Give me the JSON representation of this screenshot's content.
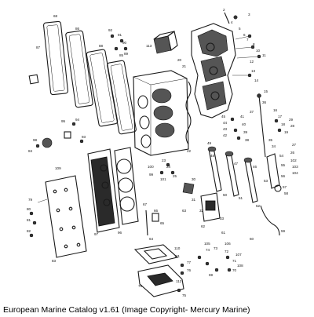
{
  "caption": "European Marine Catalog v1.61 (Image Copyright- Mercury Marine)",
  "callouts": [
    "68",
    "87",
    "86",
    "88",
    "85",
    "92",
    "91",
    "90",
    "89",
    "113",
    "2",
    "3",
    "4",
    "5",
    "6",
    "7",
    "8",
    "10",
    "11",
    "12",
    "13",
    "14",
    "15",
    "16",
    "17",
    "18",
    "19",
    "20",
    "21",
    "22",
    "23",
    "24",
    "25",
    "101",
    "100",
    "99",
    "96",
    "98",
    "97",
    "95",
    "94",
    "93",
    "84",
    "79",
    "80",
    "81",
    "82",
    "83",
    "78",
    "77",
    "76",
    "75",
    "74",
    "73",
    "72",
    "71",
    "70",
    "69",
    "67",
    "66",
    "65",
    "64",
    "63",
    "62",
    "61",
    "60",
    "59",
    "58",
    "57",
    "56",
    "55",
    "54",
    "53",
    "52",
    "51",
    "50",
    "49",
    "48",
    "47",
    "46",
    "45",
    "44",
    "43",
    "42",
    "41",
    "40",
    "39",
    "38",
    "37",
    "36",
    "35",
    "34",
    "33",
    "32",
    "31",
    "30",
    "29",
    "28",
    "27",
    "26",
    "102",
    "103",
    "104",
    "105",
    "106",
    "107",
    "108",
    "109",
    "110",
    "111",
    "112"
  ]
}
